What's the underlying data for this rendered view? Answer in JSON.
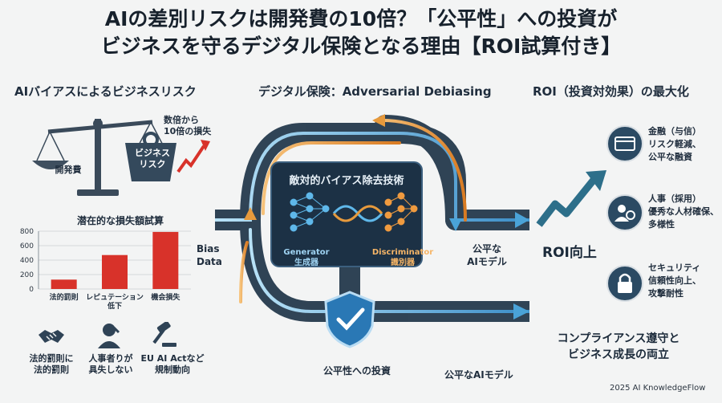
{
  "title": {
    "line1": "AIの差別リスクは開発費の10倍？「公平性」への投資が",
    "line2": "ビジネスを守るデジタル保険となる理由【ROI試算付き】"
  },
  "left": {
    "heading": "AIバイアスによるビジネスリスク",
    "scale": {
      "left_pan_label": "開発費",
      "weight_label": "ビジネス\nリスク",
      "multiplier_label": "数倍から\n10倍の損失"
    },
    "chart_heading": "潜在的な損失額試算",
    "chart_data": {
      "type": "bar",
      "categories": [
        "法的罰則",
        "レピュテーション\n低下",
        "機会損失"
      ],
      "values": [
        130,
        470,
        790
      ],
      "ylim": [
        0,
        800
      ],
      "yticks": [
        0,
        200,
        400,
        600,
        800
      ],
      "bar_color": "#d8322a"
    },
    "risk_icons": [
      {
        "icon": "handshake-icon",
        "label": "法的罰則に\n法的罰則"
      },
      {
        "icon": "worried-person-icon",
        "label": "人事者りが\n具失しない"
      },
      {
        "icon": "gavel-icon",
        "label": "EU AI Actなど\n規制動向"
      }
    ]
  },
  "center": {
    "heading": "デジタル保険：Adversarial Debiasing",
    "box_title": "敵対的バイアス除去技術",
    "generator_label": "Generator\n生成器",
    "discriminator_label": "Discriminator\n識別器",
    "input_label": "Bias\nData",
    "output_label": "公平な\nAIモデル",
    "shield_label": "公平性への投資",
    "bottom_output_label": "公平なAIモデル"
  },
  "right": {
    "heading": "ROI（投資対効果）の最大化",
    "roi_label": "ROI向上",
    "benefits": [
      {
        "icon": "credit-card-icon",
        "text": "金融（与信）\nリスク軽減、\n公平な融資"
      },
      {
        "icon": "people-icon",
        "text": "人事（採用）\n優秀な人材確保、\n多様性"
      },
      {
        "icon": "lock-icon",
        "text": "セキュリティ\n信頼性向上、\n攻撃耐性"
      }
    ],
    "compliance_label": "コンプライアンス遵守と\nビジネス成長の両立"
  },
  "footer": {
    "credit": "2025 AI KnowledgeFlow"
  },
  "colors": {
    "navy": "#22384e",
    "arrow_blue": "#4aa3d8",
    "arrow_orange": "#e79a3c",
    "bar_red": "#d8322a",
    "roi_teal": "#2d6f8a"
  }
}
